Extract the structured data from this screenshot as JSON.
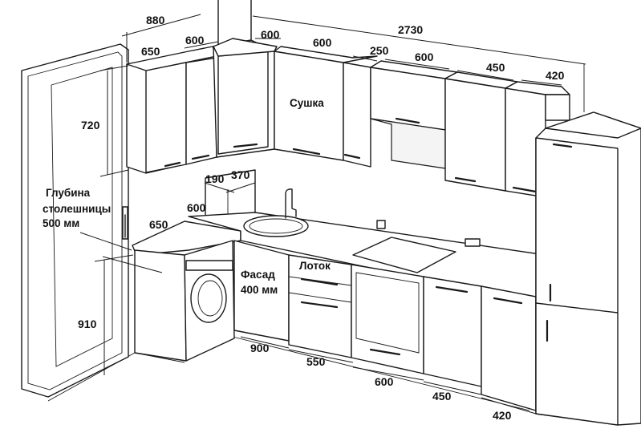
{
  "dimensions": {
    "top_corner_width": "880",
    "top_left_600": "600",
    "top_650": "650",
    "top_600_b": "600",
    "top_600_c": "600",
    "total_2730": "2730",
    "top_250": "250",
    "top_600_d": "600",
    "top_450": "450",
    "top_420": "420",
    "upper_height": "720",
    "shelf_190": "190",
    "shelf_370": "370",
    "left_600": "600",
    "left_650": "650",
    "base_height": "910",
    "bottom_900": "900",
    "bottom_550": "550",
    "bottom_600": "600",
    "bottom_450": "450",
    "bottom_420": "420"
  },
  "labels": {
    "dryer": "Сушка",
    "worktop_depth_line1": "Глубина",
    "worktop_depth_line2": "столешницы",
    "worktop_depth_line3": "500 мм",
    "tray": "Лоток",
    "facade_line1": "Фасад",
    "facade_line2": "400 мм"
  }
}
